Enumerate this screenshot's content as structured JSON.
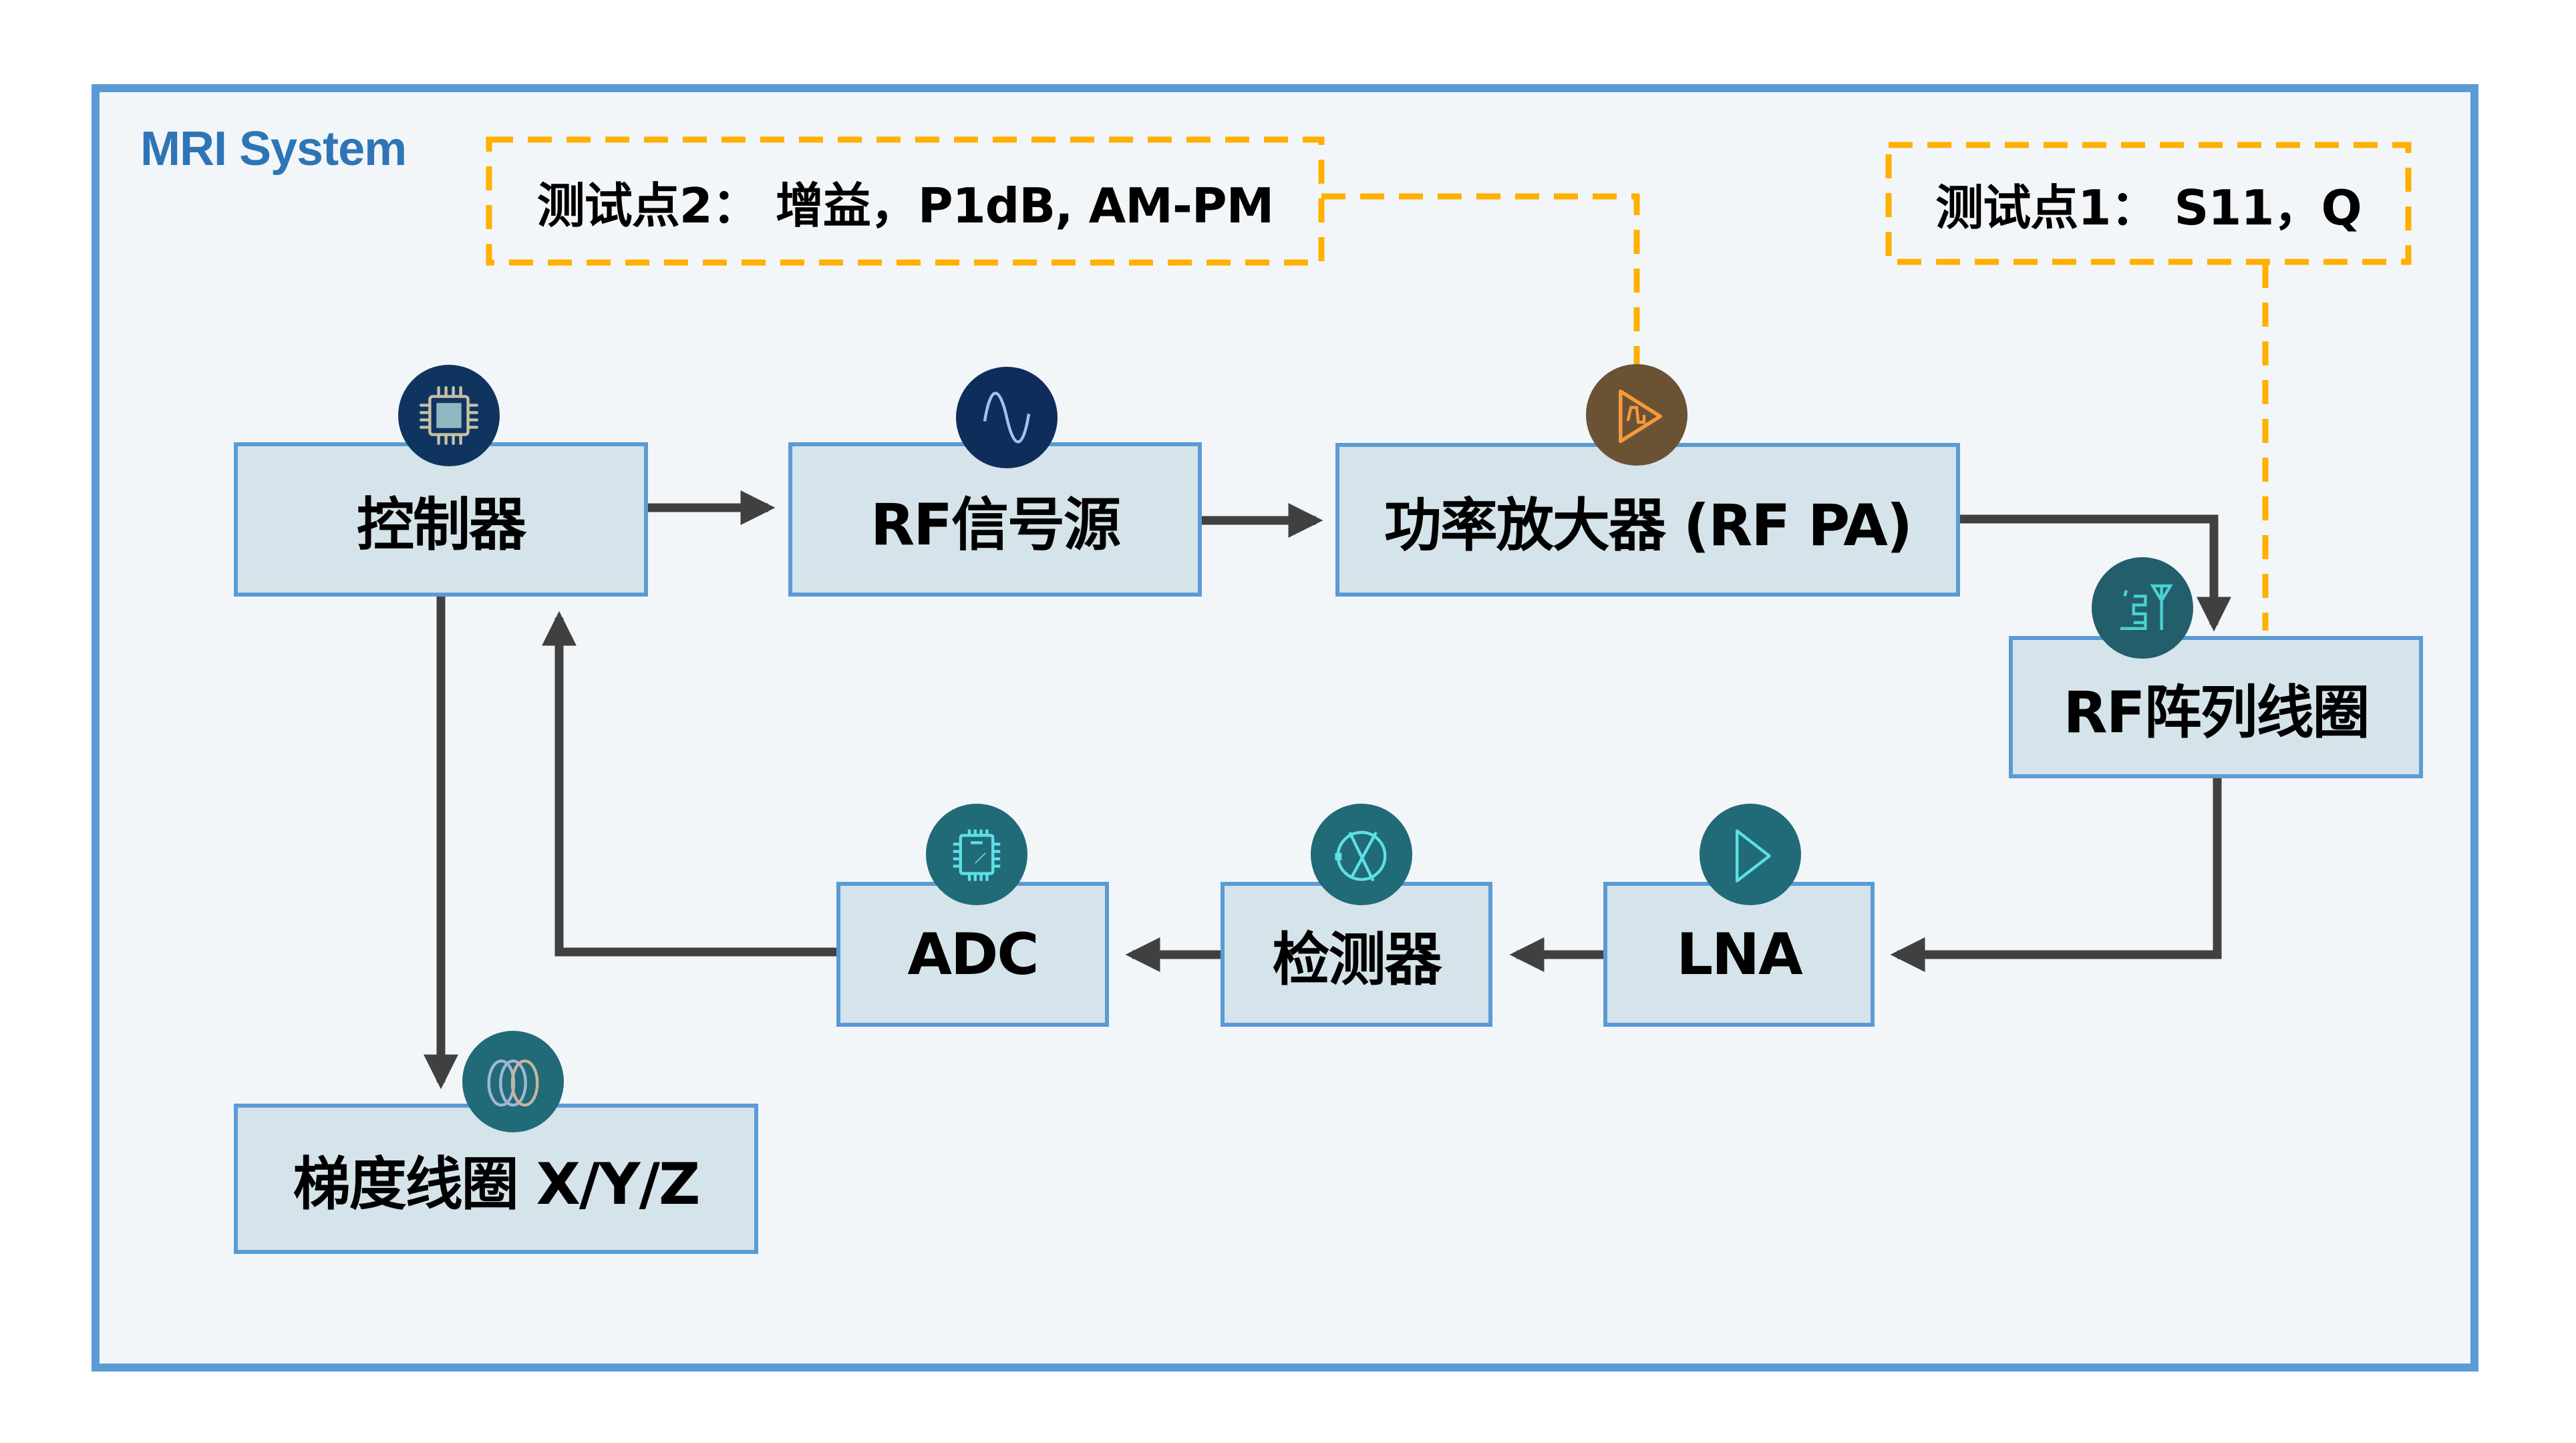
{
  "system_title": "MRI System",
  "colors": {
    "frame_border": "#5b9bd5",
    "frame_fill": "#f3f6f9",
    "block_fill": "#d5e3ea",
    "block_border": "#5b9bd5",
    "arrow": "#404040",
    "test_point": "#ffb000",
    "icon_navy": "#0f3460",
    "icon_brown": "#6b5234",
    "icon_teal": "#216a78"
  },
  "test_points": [
    {
      "id": "tp2",
      "label": "测试点2： 增益，P1dB, AM-PM",
      "connects_to": "power-amplifier"
    },
    {
      "id": "tp1",
      "label": "测试点1： S11，Q",
      "connects_to": "rf-array-coil"
    }
  ],
  "blocks": [
    {
      "id": "controller",
      "label": "控制器",
      "icon": "cpu-chip-icon"
    },
    {
      "id": "rf-source",
      "label": "RF信号源",
      "icon": "sine-wave-icon"
    },
    {
      "id": "power-amplifier",
      "label": "功率放大器 (RF PA)",
      "icon": "amplifier-triangle-icon"
    },
    {
      "id": "rf-array-coil",
      "label": "RF阵列线圈",
      "icon": "coil-antenna-icon"
    },
    {
      "id": "lna",
      "label": "LNA",
      "icon": "triangle-play-icon"
    },
    {
      "id": "detector",
      "label": "检测器",
      "icon": "mixer-cross-icon"
    },
    {
      "id": "adc",
      "label": "ADC",
      "icon": "chip-outline-icon"
    },
    {
      "id": "gradient-coils",
      "label": "梯度线圈 X/Y/Z",
      "icon": "rings-coil-icon"
    }
  ],
  "connections": [
    {
      "from": "controller",
      "to": "rf-source"
    },
    {
      "from": "rf-source",
      "to": "power-amplifier"
    },
    {
      "from": "power-amplifier",
      "to": "rf-array-coil"
    },
    {
      "from": "rf-array-coil",
      "to": "lna"
    },
    {
      "from": "lna",
      "to": "detector"
    },
    {
      "from": "detector",
      "to": "adc"
    },
    {
      "from": "adc",
      "to": "controller"
    },
    {
      "from": "controller",
      "to": "gradient-coils"
    }
  ]
}
